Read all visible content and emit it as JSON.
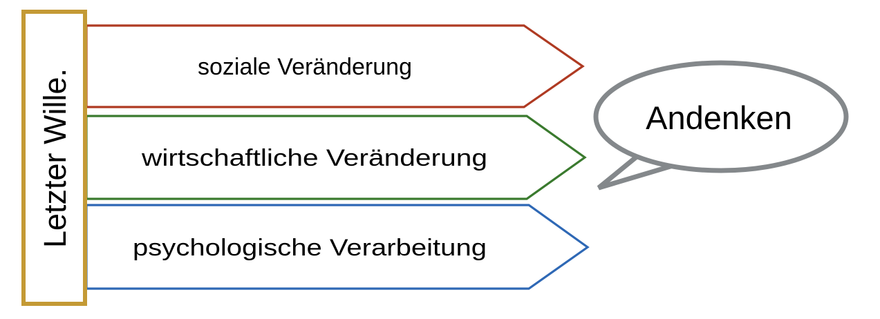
{
  "diagram": {
    "title_box": {
      "label": "Letzter Wille.",
      "orientation": "vertical-bottom-to-top",
      "border_color": "#C49A35",
      "fill_color": "#FFFFFF",
      "text_color": "#000000"
    },
    "arrows": [
      {
        "id": "arrow-soziale",
        "label": "soziale Veränderung",
        "color": "#AF3A22",
        "order": 1
      },
      {
        "id": "arrow-wirtschaftliche",
        "label": "wirtschaftliche Veränderung",
        "color": "#3A7A2E",
        "order": 2
      },
      {
        "id": "arrow-psychologische",
        "label": "psychologische Verarbeitung",
        "color": "#2E68B5",
        "order": 3
      }
    ],
    "speech_bubble": {
      "label": "Andenken",
      "outline_color": "#84888B",
      "fill_color": "#FFFFFF",
      "text_color": "#000000"
    },
    "background_color": "#FFFFFF"
  }
}
